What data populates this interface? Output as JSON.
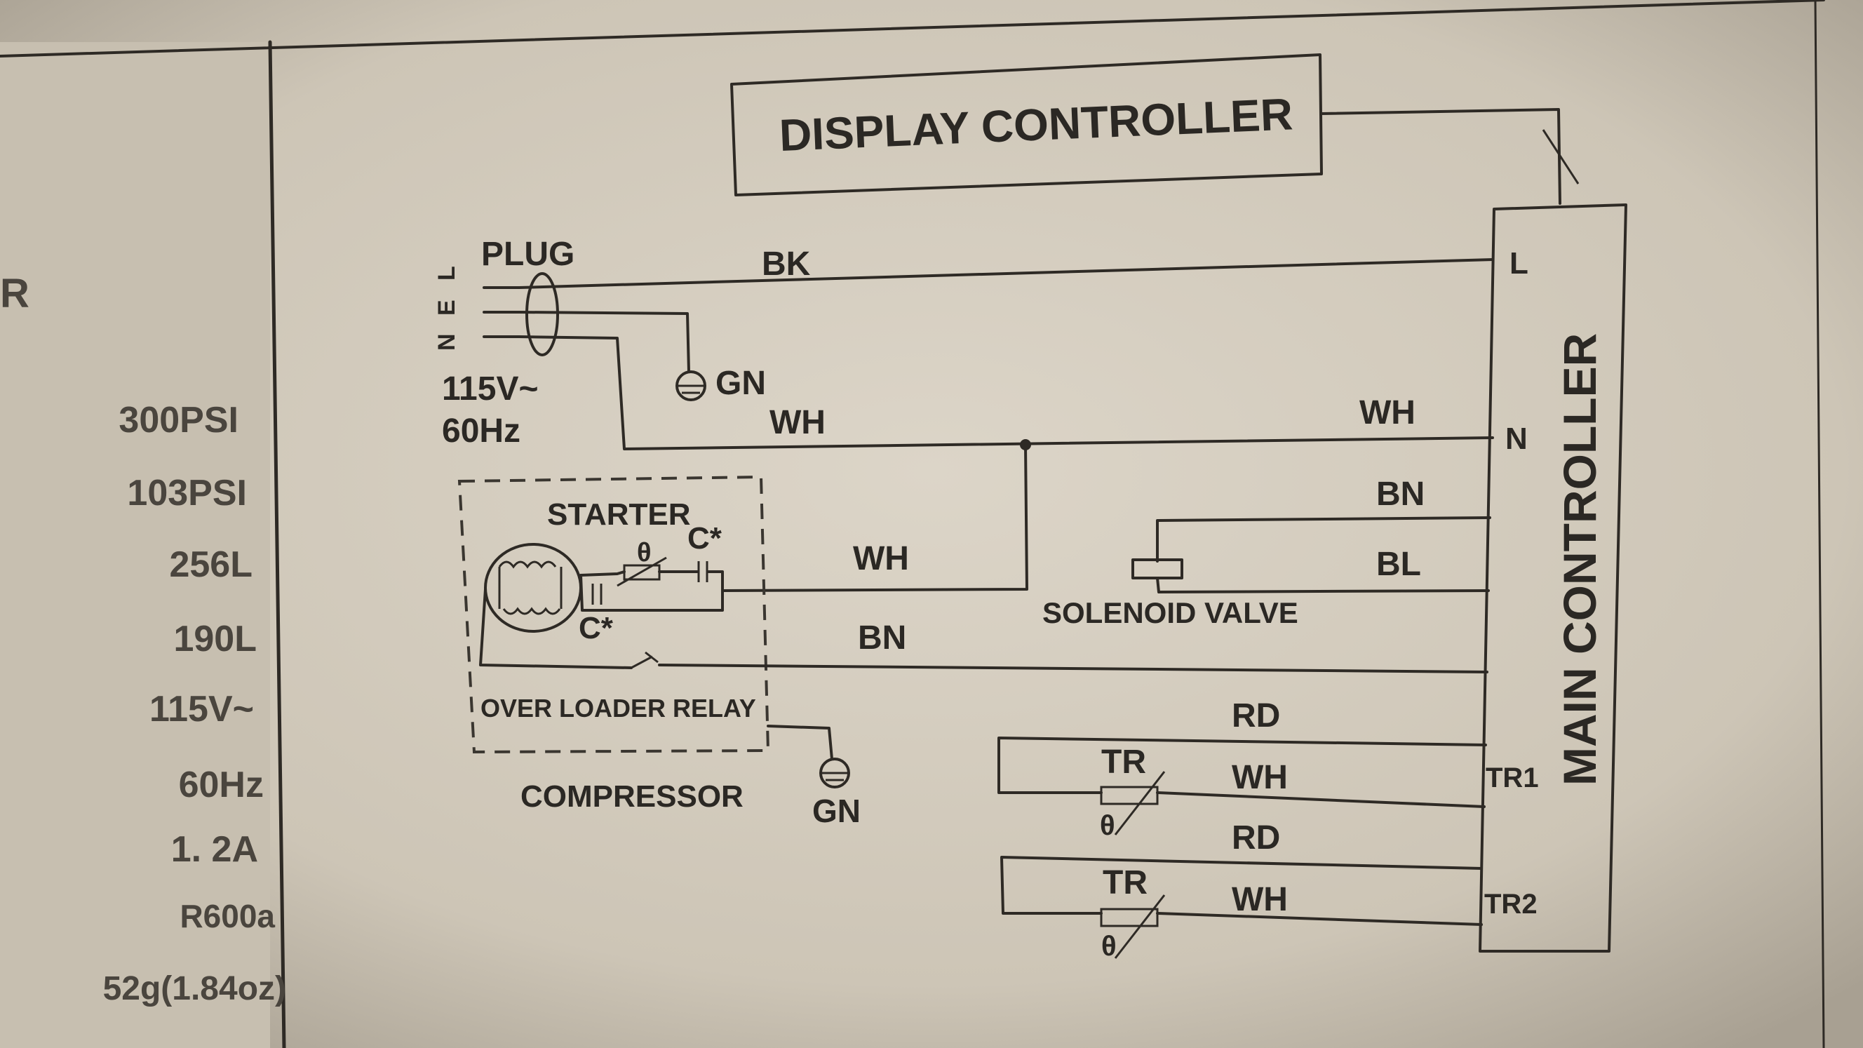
{
  "diagram": {
    "display_controller": "DISPLAY CONTROLLER",
    "main_controller": "MAIN CONTROLLER",
    "plug": "PLUG",
    "plug_pins": [
      "L",
      "E",
      "N"
    ],
    "voltage": "115V~",
    "frequency": "60Hz",
    "wires": {
      "bk": "BK",
      "gn_plug": "GN",
      "wh_plug": "WH",
      "wh_n": "WH",
      "bn_valve": "BN",
      "bl_valve": "BL",
      "wh_starter": "WH",
      "bn_relay": "BN",
      "rd1": "RD",
      "wh1": "WH",
      "rd2": "RD",
      "wh2": "WH",
      "gn_comp": "GN"
    },
    "terminals": {
      "l": "L",
      "n": "N",
      "tr1": "TR1",
      "tr2": "TR2"
    },
    "starter": "STARTER",
    "theta": "θ",
    "c_star_top": "C*",
    "c_star_bottom": "C*",
    "over_loader_relay": "OVER LOADER RELAY",
    "compressor": "COMPRESSOR",
    "solenoid_valve": "SOLENOID VALVE",
    "tr1_label": "TR",
    "tr1_theta": "θ",
    "tr2_label": "TR",
    "tr2_theta": "θ"
  },
  "specs": {
    "partial_left": "R",
    "values": [
      "300PSI",
      "103PSI",
      "256L",
      "190L",
      "115V~",
      "60Hz",
      "1. 2A",
      "R600a",
      "52g(1.84oz)"
    ]
  },
  "colors": {
    "background": "#c9c1b3",
    "panel": "#d4cdbf",
    "line": "#2e2a25",
    "text": "#2b2824"
  }
}
